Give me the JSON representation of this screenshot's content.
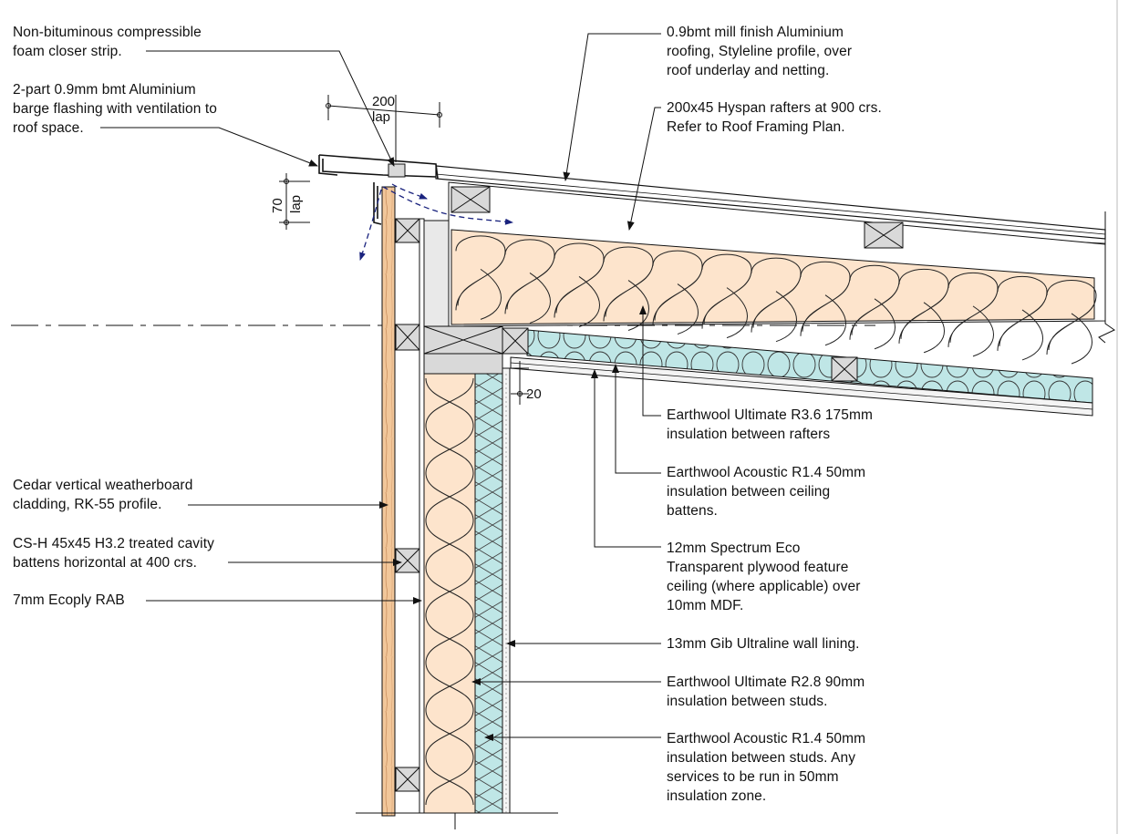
{
  "diagram": {
    "labels": {
      "foam_closer": "Non-bituminous compressible\nfoam closer strip.",
      "barge_flashing": "2-part 0.9mm bmt Aluminium\nbarge flashing with ventilation to\nroof space.",
      "roofing": "0.9bmt mill finish Aluminium\nroofing, Styleline profile, over\nroof underlay and netting.",
      "rafters": "200x45 Hyspan rafters at 900 crs.\nRefer to Roof Framing Plan.",
      "rafter_insulation": "Earthwool Ultimate R3.6 175mm\ninsulation between rafters",
      "batten_insulation": "Earthwool Acoustic R1.4 50mm\ninsulation between ceiling\nbattens.",
      "plywood_ceiling": "12mm Spectrum Eco\nTransparent plywood feature\nceiling (where applicable) over\n10mm MDF.",
      "cladding": "Cedar vertical weatherboard\ncladding, RK-55 profile.",
      "cavity_battens": "CS-H 45x45 H3.2 treated cavity\nbattens horizontal at 400 crs.",
      "rab": "7mm Ecoply RAB",
      "wall_lining": "13mm Gib Ultraline wall lining.",
      "stud_insulation": "Earthwool Ultimate R2.8 90mm\ninsulation between studs.",
      "services_insulation": "Earthwool Acoustic R1.4 50mm\ninsulation between studs. Any\nservices to be run in 50mm\ninsulation zone."
    },
    "dimensions": {
      "lap_horizontal_value": "200",
      "lap_horizontal_text": "lap",
      "lap_vertical_value": "70",
      "lap_vertical_text": "lap",
      "gap_value": "20"
    },
    "colors": {
      "timber": "#d9d9d9",
      "insulation_fill": "#fde4cc",
      "acoustic_fill": "#bfe6e6",
      "cedar": "#f2c79a",
      "ventilation_arrow": "#1a237e",
      "line": "#111111"
    }
  }
}
